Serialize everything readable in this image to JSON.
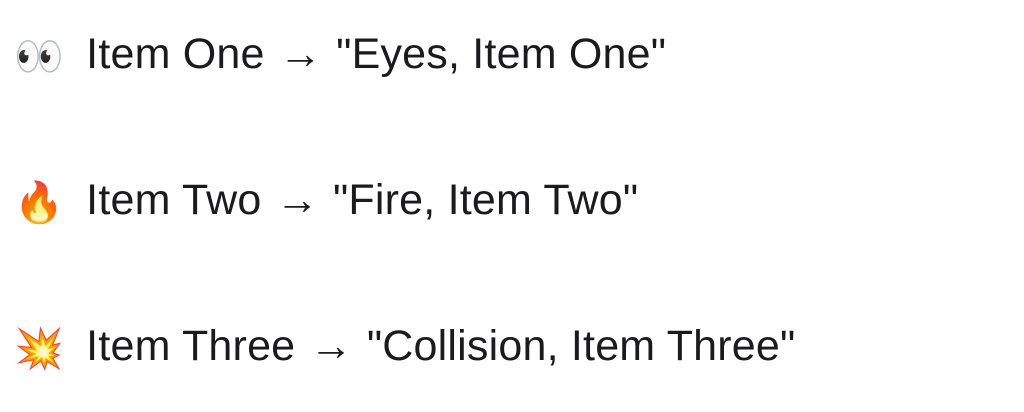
{
  "page": {
    "background_color": "#ffffff",
    "text_color": "#1b1b1d"
  },
  "items": [
    {
      "emoji": "👀",
      "icon": "eyes-icon",
      "label": "Item One",
      "arrow": "→",
      "result": "\"Eyes, Item One\""
    },
    {
      "emoji": "🔥",
      "icon": "fire-icon",
      "label": "Item Two",
      "arrow": "→",
      "result": "\"Fire, Item Two\""
    },
    {
      "emoji": "💥",
      "icon": "collision-icon",
      "label": "Item Three",
      "arrow": "→",
      "result": "\"Collision, Item Three\""
    }
  ]
}
